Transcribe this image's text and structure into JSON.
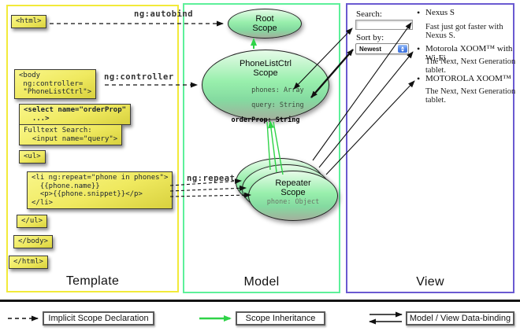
{
  "template": {
    "label": "Template",
    "boxes": {
      "html_open": "<html>",
      "body_open": "<body\n ng:controller=\n \"PhoneListCtrl\">",
      "select": "<select name=\"orderProp\"\n  ...>",
      "fulltext": "Fulltext Search:\n  <input name=\"query\">",
      "ul_open": "<ul>",
      "li_repeat": "<li ng:repeat=\"phone in phones\">\n  {{phone.name}}\n  <p>{{phone.snippet}}</p>\n</li>",
      "ul_close": "</ul>",
      "body_close": "</body>",
      "html_close": "</html>"
    },
    "directives": {
      "autobind": "ng:autobind",
      "controller": "ng:controller",
      "repeat": "ng:repeat"
    }
  },
  "model": {
    "label": "Model",
    "root_scope": {
      "title": "Root\nScope"
    },
    "phonelist_scope": {
      "title": "PhoneListCtrl\nScope",
      "prop_phones": "phones: Array",
      "prop_query": "query: String",
      "prop_orderprop": "orderProp: String"
    },
    "repeater_scope": {
      "title": "Repeater\nScope",
      "prop_phone": "phone: Object"
    }
  },
  "view": {
    "label": "View",
    "search_label": "Search:",
    "search_value": "",
    "sort_label": "Sort by:",
    "sort_value": "Newest",
    "items": [
      {
        "title": "Nexus S",
        "desc": "Fast just got faster with Nexus S."
      },
      {
        "title": "Motorola XOOM™ with Wi-Fi",
        "desc": "The Next, Next Generation tablet."
      },
      {
        "title": "MOTOROLA XOOM™",
        "desc": "The Next, Next Generation tablet."
      }
    ]
  },
  "legend": {
    "implicit": "Implicit Scope Declaration",
    "inheritance": "Scope Inheritance",
    "binding": "Model / View Data-binding"
  },
  "colors": {
    "template_border": "#f2ea3a",
    "model_border": "#5df09a",
    "view_border": "#6a5ad1",
    "code_box_fill": "#efe95f",
    "scope_green": "#98efac",
    "inheritance_arrow_green": "#2fd348"
  }
}
